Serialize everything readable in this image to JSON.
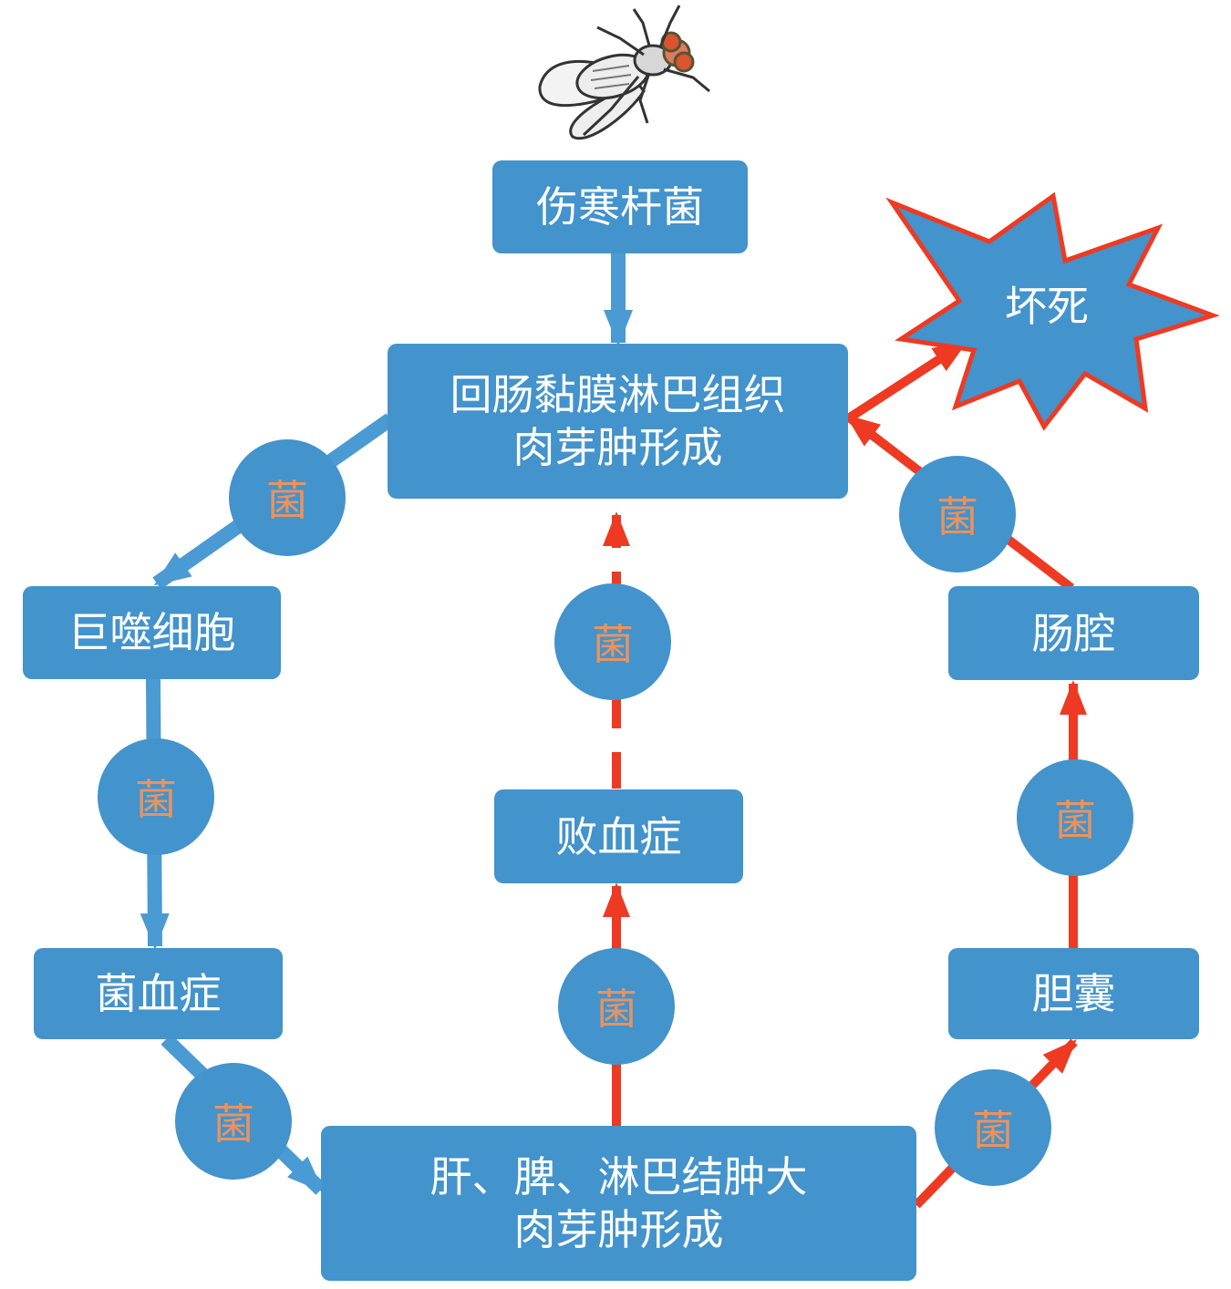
{
  "colors": {
    "box_fill": "#4393cc",
    "circle_text": "#e8935f",
    "blue_arrow": "#4a9ad3",
    "red_arrow": "#ee3a22",
    "box_text": "#ffffff"
  },
  "icons": {
    "top": "fly-icon"
  },
  "nodes": {
    "typhoid_bacillus": "伤寒杆菌",
    "ileum_line1": "回肠黏膜淋巴组织",
    "ileum_line2": "肉芽肿形成",
    "macrophage": "巨噬细胞",
    "bacteremia": "菌血症",
    "organs_line1": "肝、脾、淋巴结肿大",
    "organs_line2": "肉芽肿形成",
    "sepsis": "败血症",
    "gallbladder": "胆囊",
    "intestinal_lumen": "肠腔",
    "necrosis": "坏死"
  },
  "bacteria_label": "菌"
}
